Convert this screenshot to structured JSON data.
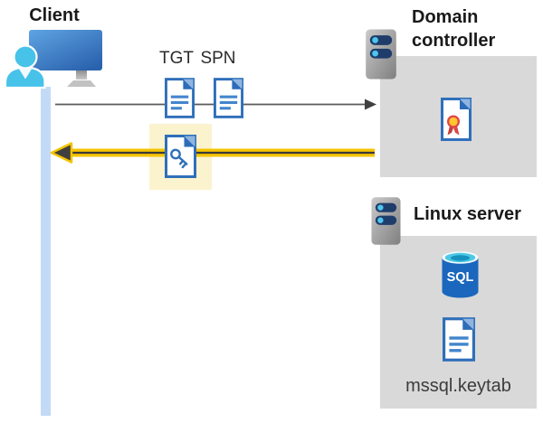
{
  "client": {
    "label": "Client"
  },
  "tickets": {
    "tgt_label": "TGT",
    "spn_label": "SPN"
  },
  "domain_controller": {
    "label": "Domain controller"
  },
  "linux_server": {
    "label": "Linux server",
    "sql_badge": "SQL",
    "keytab_filename": "mssql.keytab"
  },
  "arrows": {
    "request_direction": "client-to-domain-controller",
    "response_direction": "domain-controller-to-client"
  },
  "colors": {
    "arrow_yellow": "#F5C400",
    "arrow_dark": "#3F3F3F",
    "line_gray": "#5A5A5A",
    "box_gray": "#D9D9D9",
    "highlight": "#FAF3CE",
    "timeline_blue": "#C3DAF7",
    "doc_blue": "#2F6FBA",
    "doc_fold_dark": "#2D6CB8",
    "doc_fold_light": "#8FB4E0",
    "doc_line_blue": "#4285CC",
    "person_cyan": "#47C2E9",
    "sql_body_blue": "#1A67BD",
    "cert_red": "#DF4649",
    "cert_gold": "#FFC62E",
    "server_bar_navy": "#1F3D6B",
    "server_dot_cyan": "#4EC6EE"
  }
}
